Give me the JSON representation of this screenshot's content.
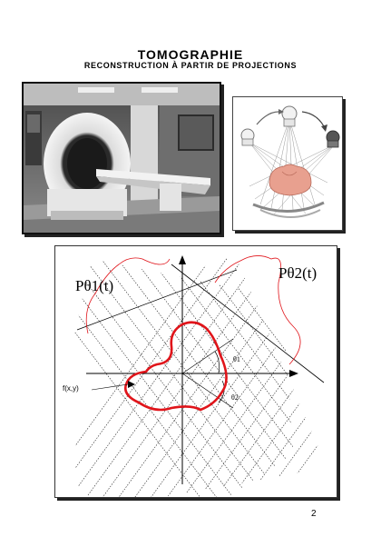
{
  "header": {
    "title": "TOMOGRAPHIE",
    "subtitle": "RECONSTRUCTION À PARTIR DE PROJECTIONS"
  },
  "diagram": {
    "projection_1_label": "Pθ1(t)",
    "projection_2_label": "Pθ2(t)",
    "object_label": "f(x,y)",
    "angle_1_label": "θ1",
    "angle_2_label": "θ2"
  },
  "colors": {
    "object_outline": "#e0141a",
    "projection_curve": "#e0141a",
    "organ_fill": "#e8a08f"
  },
  "footer": {
    "page_number": "2"
  }
}
